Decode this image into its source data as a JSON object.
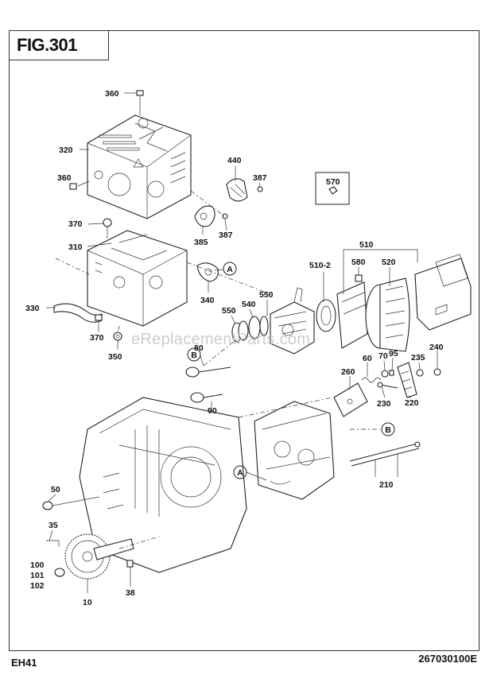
{
  "figure": {
    "title": "FIG.301"
  },
  "footer": {
    "model": "EH41",
    "diagram_number": "267030100E"
  },
  "watermark": "eReplacementParts.com",
  "ref_markers": {
    "a": "A",
    "b": "B"
  },
  "callouts": {
    "c360a": "360",
    "c320": "320",
    "c360b": "360",
    "c440": "440",
    "c387a": "387",
    "c385": "385",
    "c387b": "387",
    "c570": "570",
    "c370a": "370",
    "c310": "310",
    "c340": "340",
    "c330": "330",
    "c370b": "370",
    "c350": "350",
    "c510": "510",
    "c5102": "510-2",
    "c580": "580",
    "c520": "520",
    "c550a": "550",
    "c540": "540",
    "c550b": "550",
    "c80": "80",
    "c90": "90",
    "c60": "60",
    "c70": "70",
    "c95": "95",
    "c240": "240",
    "c235": "235",
    "c260": "260",
    "c230": "230",
    "c220": "220",
    "c210": "210",
    "c50": "50",
    "c35": "35",
    "c100": "100",
    "c101": "101",
    "c102": "102",
    "c10": "10",
    "c38": "38"
  }
}
